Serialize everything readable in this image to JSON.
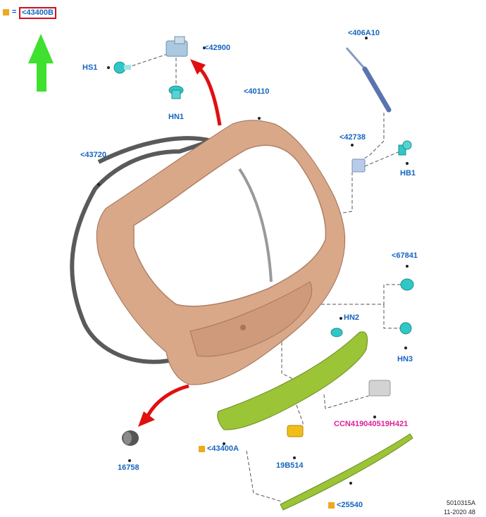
{
  "legend": {
    "equals": "=",
    "ref_code": "<43400B",
    "marker_color": "#f0a81e",
    "frame_color": "#d0101a"
  },
  "parts": {
    "p406A10": "<406A10",
    "p42900": "<42900",
    "hs1": "HS1",
    "hn1": "HN1",
    "p40110": "<40110",
    "p43720": "<43720",
    "p42738": "<42738",
    "hb1": "HB1",
    "p67841": "<67841",
    "hn2": "HN2",
    "hn3": "HN3",
    "ccn": "CCN419040519H421",
    "p43400A": "<43400A",
    "p16758": "16758",
    "p19B514": "19B514",
    "p25540": "<25540"
  },
  "footer": {
    "drawing_no": "5010315A",
    "date": "11-2020 48"
  },
  "colors": {
    "label": "#1565c0",
    "pink_label": "#e01e9a",
    "panel": "#d9a888",
    "spoiler": "#9bc436",
    "seal": "#6a6a6a",
    "arrow_red": "#e01010",
    "arrow_green": "#3fe030",
    "clip": "#30c7c7"
  },
  "icons": [
    "green-up-arrow-icon",
    "red-curved-arrow-icon"
  ]
}
